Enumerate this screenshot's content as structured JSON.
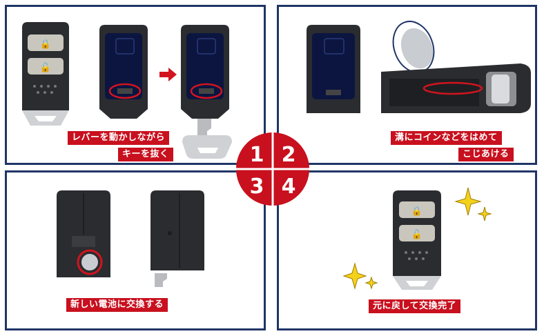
{
  "steps": [
    {
      "number": "1",
      "lines": [
        "レバーを動かしながら",
        "キーを抜く"
      ]
    },
    {
      "number": "2",
      "lines": [
        "溝にコインなどをはめて",
        "こじあける"
      ]
    },
    {
      "number": "3",
      "lines": [
        "新しい電池に交換する"
      ]
    },
    {
      "number": "4",
      "lines": [
        "元に戻して交換完了"
      ]
    }
  ],
  "colors": {
    "accent": "#c8101e",
    "frame": "#1f3566",
    "key_body": "#2b2d31",
    "key_face": "#0b1540"
  }
}
